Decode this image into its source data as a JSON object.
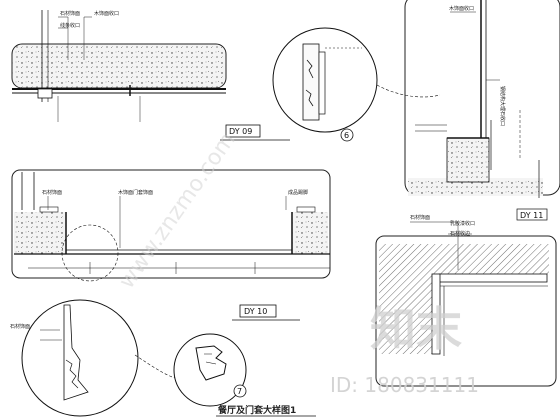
{
  "details": {
    "dy09": {
      "tag": "DY 09",
      "callouts": [
        "石材饰面",
        "线条收口",
        "木饰面收口"
      ]
    },
    "dy10": {
      "tag": "DY 10",
      "callouts": [
        "石材饰面",
        "木饰面门套饰面",
        "成品踢脚"
      ]
    },
    "dy11": {
      "tag": "DY 11",
      "callouts": [
        "木饰面收口",
        "钢结构大理石收口"
      ]
    },
    "dy12": {
      "callouts": [
        "石材饰面",
        "乳胶漆收口",
        "石材收边"
      ]
    }
  },
  "markers": {
    "six": "6",
    "seven": "7"
  },
  "footnotes": {
    "title": "餐厅及门套大样图1"
  },
  "watermark": {
    "logo": "知末",
    "id": "ID: 180831111",
    "diagonal": "www.znzmo.com"
  }
}
